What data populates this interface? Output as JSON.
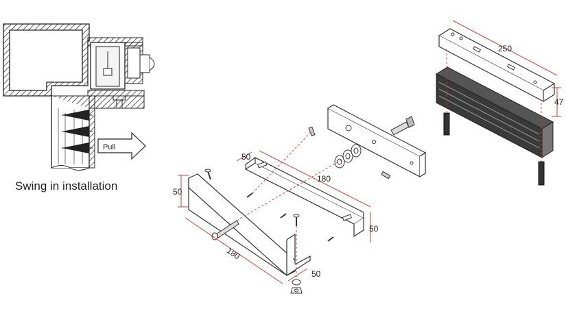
{
  "caption": "Swing in installation",
  "pull_label": "Pull",
  "dims": {
    "bracket_width": "180",
    "bracket_height": "50",
    "foot_depth": "50",
    "ubracket_width": "180",
    "ubracket_height": "50",
    "ubracket_top": "50",
    "magnet_length": "250",
    "magnet_height": "47"
  }
}
